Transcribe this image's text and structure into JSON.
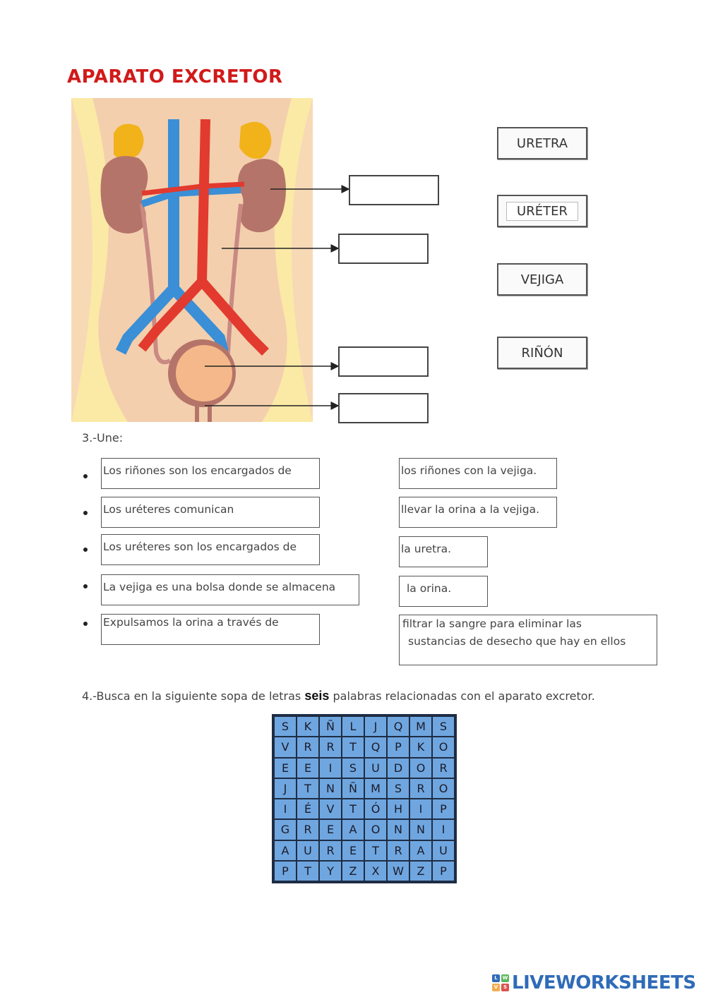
{
  "title": "APARATO  EXCRETOR",
  "word_bank": [
    "URETRA",
    "URÉTER",
    "VEJIGA",
    "RIÑÓN"
  ],
  "section3": {
    "label": "3.-Une:",
    "left": [
      "Los riñones son los encargados de",
      "Los uréteres comunican",
      "Los uréteres son los encargados de",
      "La vejiga es una bolsa donde se almacena",
      "Expulsamos la orina a través de"
    ],
    "right": [
      "los riñones con la vejiga.",
      "llevar la orina a la vejiga.",
      "la uretra.",
      "la orina.",
      "filtrar la sangre para eliminar las",
      "sustancias de desecho que hay en ellos"
    ]
  },
  "section4": {
    "label_before": "4.-Busca en la siguiente sopa de letras ",
    "label_bold": "seis",
    "label_after": " palabras relacionadas con el aparato excretor.",
    "grid": [
      [
        "S",
        "K",
        "Ñ",
        "L",
        "J",
        "Q",
        "M",
        "S"
      ],
      [
        "V",
        "R",
        "R",
        "T",
        "Q",
        "P",
        "K",
        "O"
      ],
      [
        "E",
        "E",
        "I",
        "S",
        "U",
        "D",
        "O",
        "R"
      ],
      [
        "J",
        "T",
        "N",
        "Ñ",
        "M",
        "S",
        "R",
        "O"
      ],
      [
        "I",
        "É",
        "V",
        "T",
        "Ó",
        "H",
        "I",
        "P"
      ],
      [
        "G",
        "R",
        "E",
        "A",
        "O",
        "N",
        "N",
        "I"
      ],
      [
        "A",
        "U",
        "R",
        "E",
        "T",
        "R",
        "A",
        "U"
      ],
      [
        "P",
        "T",
        "Y",
        "Z",
        "X",
        "W",
        "Z",
        "P"
      ]
    ]
  },
  "brand": {
    "text": "LIVEWORKSHEETS",
    "logo_letters": [
      "L",
      "W",
      "V",
      "S"
    ]
  },
  "colors": {
    "title": "#d11a1a",
    "grid": "#6fa6df",
    "brand": "#2f6bb8"
  }
}
